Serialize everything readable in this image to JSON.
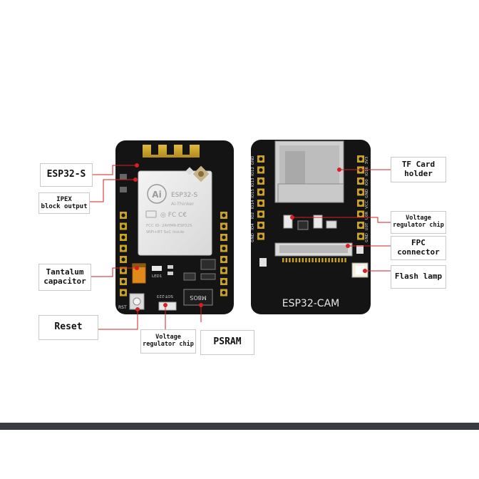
{
  "labels": {
    "esp32s": "ESP32-S",
    "ipex": "IPEX\nblock output",
    "tantalum": "Tantalum\ncapacitor",
    "reset": "Reset",
    "vreg_front": "Voltage\nregulator chip",
    "psram": "PSRAM",
    "tf_card": "TF Card\nholder",
    "vreg_back": "Voltage\nregulator chip",
    "fpc": "FPC\nconnector",
    "flash": "Flash lamp"
  },
  "front_board": {
    "module_brand": "Ai",
    "module_name": "ESP32-S",
    "module_maker": "Ai-Thinker",
    "module_fcc": "FCC ID: 2AHMR-ESP32S",
    "module_desc": "WiFi+BT SoC Inside",
    "led_label": "LED1",
    "rst_label": "RST",
    "chip_label": "SOT-223",
    "psram_label": "M8OS"
  },
  "back_board": {
    "board_name": "ESP32-CAM",
    "left_pins": [
      "GND",
      "IO12",
      "IO13",
      "IO15",
      "IO14",
      "IO2",
      "IO4",
      "GND"
    ],
    "right_pins": [
      "3V3",
      "IO16",
      "IO0",
      "GND",
      "VCC",
      "U0R",
      "U0T",
      "GND"
    ]
  },
  "colors": {
    "board": "#141414",
    "pin_gold": "#c9a227",
    "callout_dot": "#d81f26",
    "leader_line": "#d81f26",
    "module_can": "#e9e9e9",
    "bottom_stripe": "#3a3b40"
  }
}
